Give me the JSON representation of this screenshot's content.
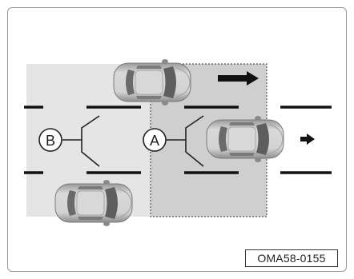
{
  "figure": {
    "zone_a_label": "A",
    "zone_b_label": "B",
    "code": "OMA58-0155"
  },
  "colors": {
    "zone_b_fill": "#e5e5e5",
    "zone_a_fill": "#cfcfcf",
    "lane_line": "#111111",
    "car_body": "#c4c4c4",
    "car_glass": "#6f6f6f",
    "arrow": "#111111"
  },
  "icons": {
    "direction_arrows": "arrow-right-icon",
    "vehicles": "car-top-view-icon"
  }
}
